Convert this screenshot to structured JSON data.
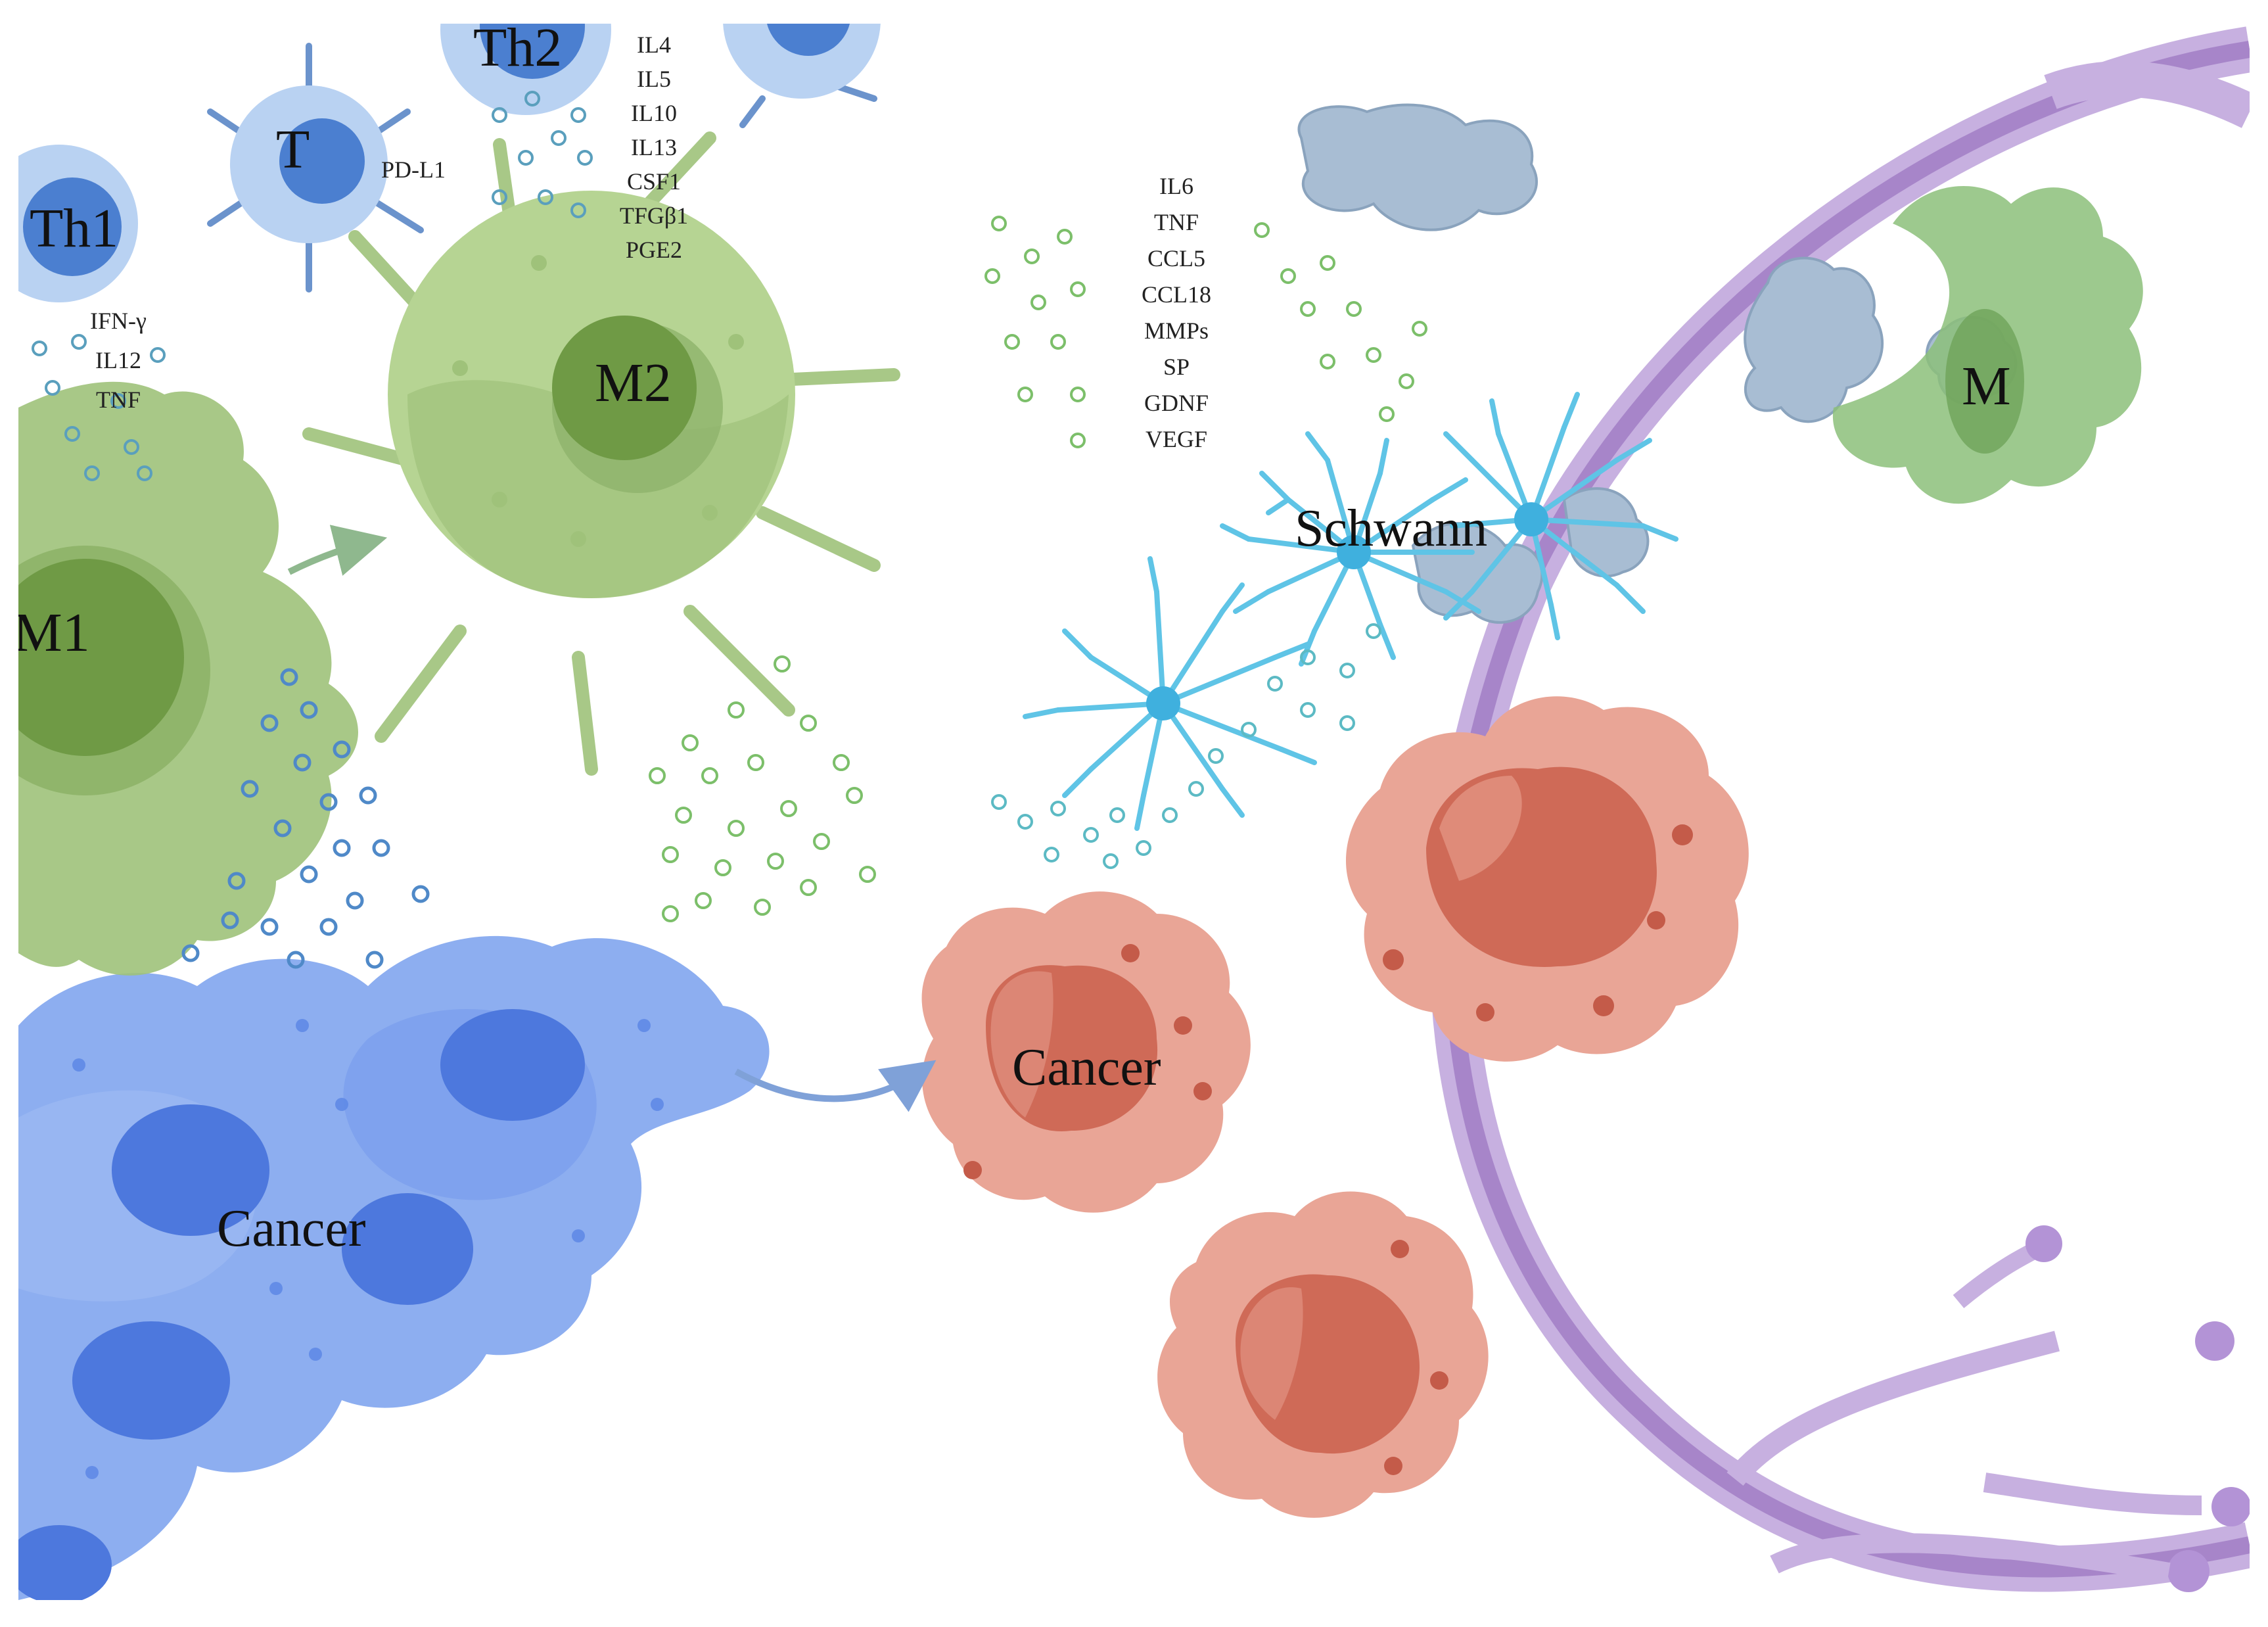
{
  "labels": {
    "th1": "Th1",
    "th2": "Th2",
    "t_cell": "T",
    "pdl1": "PD-L1",
    "m1": "M1",
    "m2": "M2",
    "m": "M",
    "cancer_left": "Cancer",
    "cancer_right": "Cancer",
    "schwann": "Schwann"
  },
  "th1_cytokines": [
    "IFN-γ",
    "IL12",
    "TNF"
  ],
  "th2_cytokines": [
    "IL4",
    "IL5",
    "IL10",
    "IL13",
    "CSF1",
    "TFGβ1",
    "PGE2"
  ],
  "schwann_cytokines": [
    "IL6",
    "TNF",
    "CCL5",
    "CCL18",
    "MMPs",
    "SP",
    "GDNF",
    "VEGF"
  ],
  "colors": {
    "macrophage_green": "#9fc27a",
    "macrophage_dark": "#6f9a45",
    "tcell_blue": "#8fb6e6",
    "cancer_blue": "#6f97e8",
    "cancer_red": "#e59a88",
    "cancer_red_dark": "#c9654f",
    "schwann_cyan": "#5fc4e6",
    "nerve_purple": "#b79bd1",
    "debris_gray": "#9fb4cc"
  }
}
